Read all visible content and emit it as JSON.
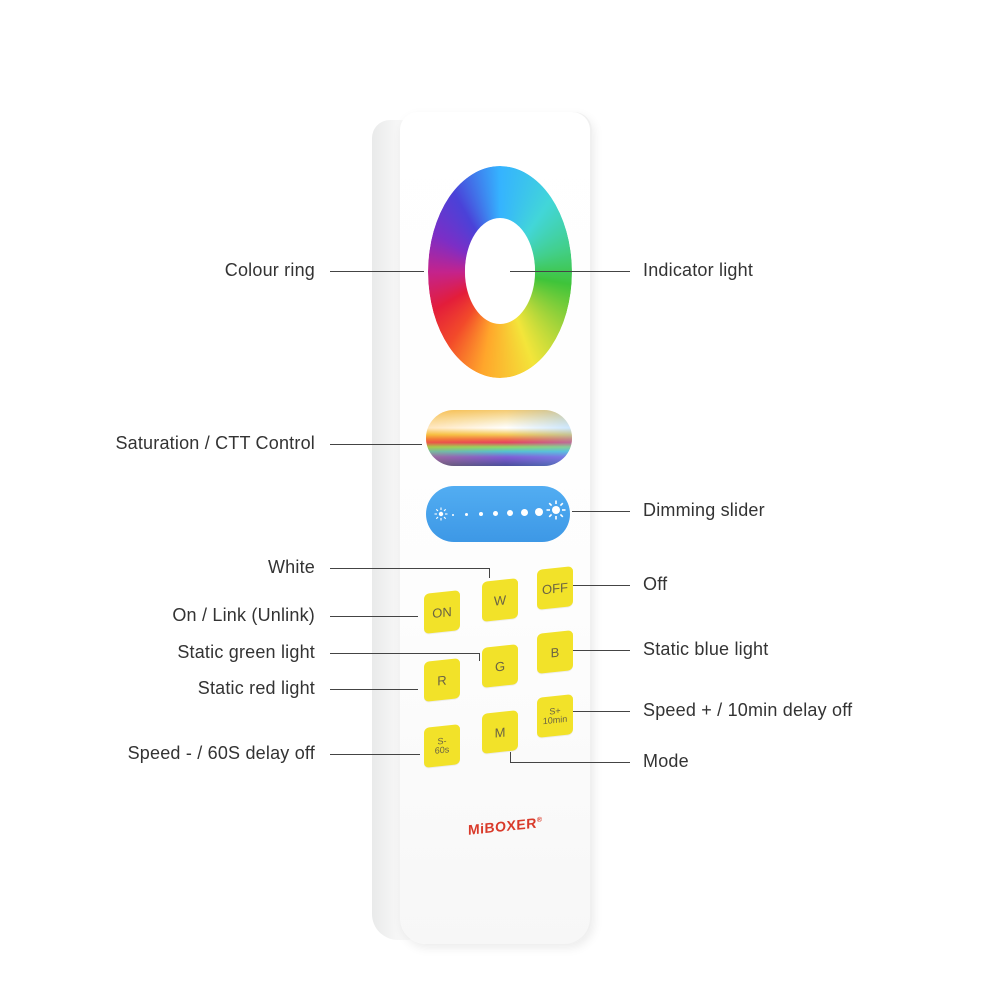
{
  "labels": {
    "colour_ring": "Colour ring",
    "indicator_light": "Indicator light",
    "saturation_cct": "Saturation / CTT Control",
    "dimming_slider": "Dimming slider",
    "white": "White",
    "off": "Off",
    "on_link": "On / Link (Unlink)",
    "static_green": "Static green light",
    "static_blue": "Static blue light",
    "static_red": "Static red light",
    "speed_plus": "Speed + / 10min delay off",
    "speed_minus": "Speed - / 60S delay off",
    "mode": "Mode"
  },
  "buttons": {
    "on": "ON",
    "w": "W",
    "off": "OFF",
    "g": "G",
    "b": "B",
    "r": "R",
    "m": "M",
    "speed_minus_top": "S-",
    "speed_minus_bottom": "60s",
    "speed_plus_top": "S+",
    "speed_plus_bottom": "10min"
  },
  "brand": {
    "name": "MiBOXER",
    "mark": "®"
  },
  "colors": {
    "button_yellow": "#f2e229",
    "slider_blue": "#3d98e6",
    "brand_red": "#d93a2a",
    "label_text": "#333333"
  }
}
